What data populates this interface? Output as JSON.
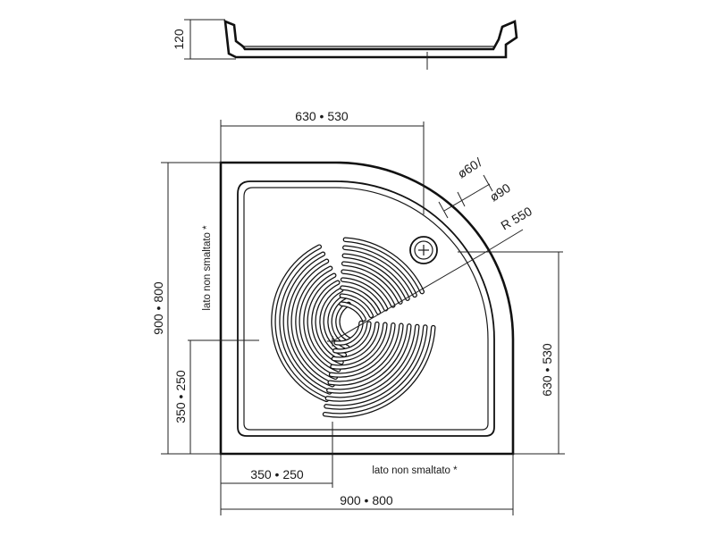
{
  "side_view": {
    "height_label": "120"
  },
  "plan_view": {
    "top_width_label": "630 • 530",
    "diameter_label_a": "ø60",
    "diameter_sep": "/",
    "diameter_label_b": "ø90",
    "radius_label": "R 550",
    "left_height_label": "900 • 800",
    "left_drain_label": "350 • 250",
    "left_side_note": "lato non smaltato *",
    "right_height_label": "630 • 530",
    "bottom_drain_label": "350 • 250",
    "bottom_side_note": "lato non smaltato *",
    "bottom_width_label": "900 • 800"
  }
}
